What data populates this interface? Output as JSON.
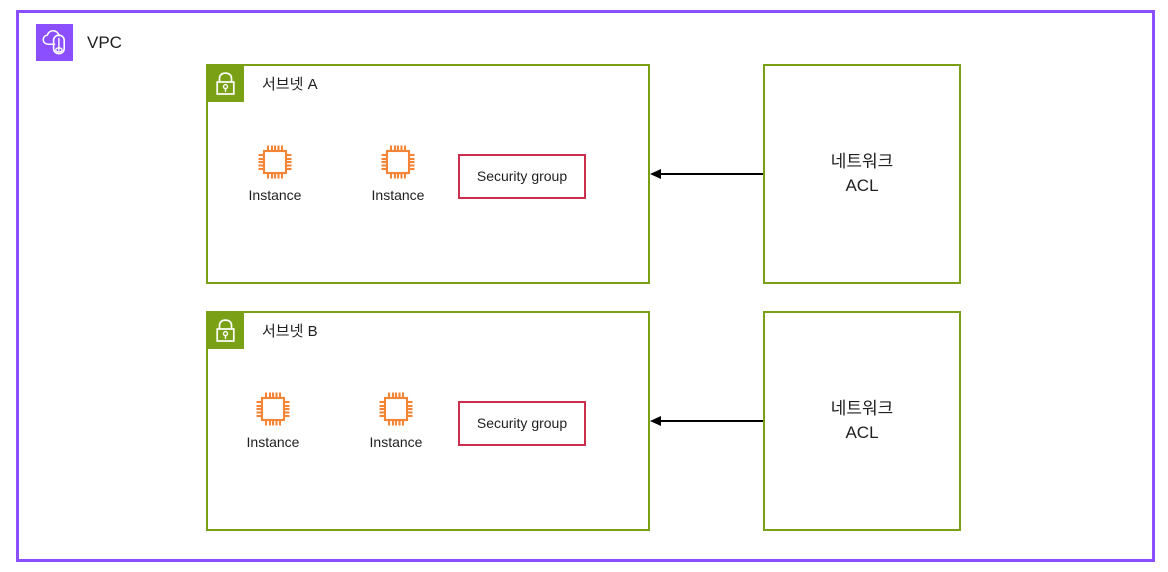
{
  "diagram": {
    "title": "VPC",
    "vpc": {
      "label": "VPC",
      "icon": "vpc-cloud-icon",
      "border_color": "#8C4FFF",
      "icon_bg_color": "#8C4FFF"
    },
    "subnets": [
      {
        "label": "서브넷 A",
        "icon": "subnet-lock-icon",
        "border_color": "#7AA116",
        "icon_bg_color": "#7AA116",
        "instances": [
          {
            "label": "Instance",
            "icon": "ec2-chip-icon",
            "color": "#F58536"
          },
          {
            "label": "Instance",
            "icon": "ec2-chip-icon",
            "color": "#F58536"
          }
        ],
        "security_group": {
          "label": "Security group",
          "border_color": "#CC2E4E"
        }
      },
      {
        "label": "서브넷 B",
        "icon": "subnet-lock-icon",
        "border_color": "#7AA116",
        "icon_bg_color": "#7AA116",
        "instances": [
          {
            "label": "Instance",
            "icon": "ec2-chip-icon",
            "color": "#F58536"
          },
          {
            "label": "Instance",
            "icon": "ec2-chip-icon",
            "color": "#F58536"
          }
        ],
        "security_group": {
          "label": "Security group",
          "border_color": "#CC2E4E"
        }
      }
    ],
    "network_acls": [
      {
        "label": "네트워크\nACL",
        "border_color": "#7AA116"
      },
      {
        "label": "네트워크\nACL",
        "border_color": "#7AA116"
      }
    ],
    "connectors": [
      {
        "icon": "arrow-left-icon",
        "color": "#000000",
        "direction": "left"
      },
      {
        "icon": "arrow-left-icon",
        "color": "#000000",
        "direction": "left"
      }
    ]
  }
}
